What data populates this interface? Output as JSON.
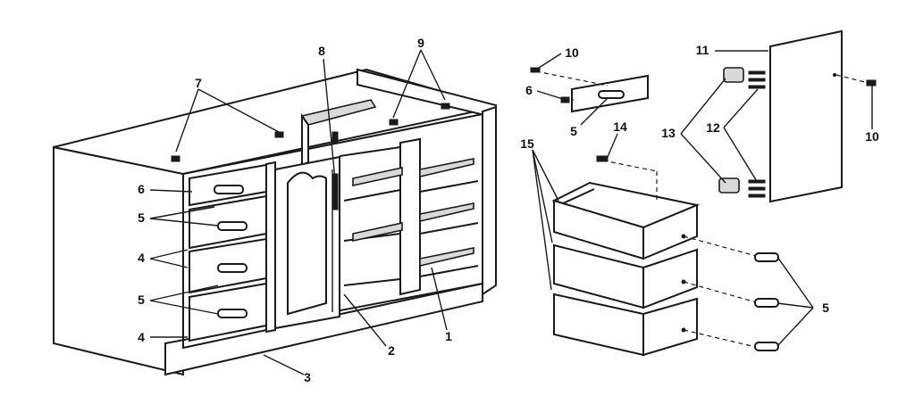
{
  "callouts": {
    "c1": "1",
    "c2": "2",
    "c3": "3",
    "c4a": "4",
    "c4b": "4",
    "c5a": "5",
    "c5b": "5",
    "c5c": "5",
    "c5d": "5",
    "c6a": "6",
    "c6b": "6",
    "c7": "7",
    "c8": "8",
    "c9": "9",
    "c10a": "10",
    "c10b": "10",
    "c11": "11",
    "c12": "12",
    "c13": "13",
    "c14": "14",
    "c15": "15"
  },
  "colors": {
    "ink": "#1a1a1a",
    "paper": "#ffffff"
  }
}
